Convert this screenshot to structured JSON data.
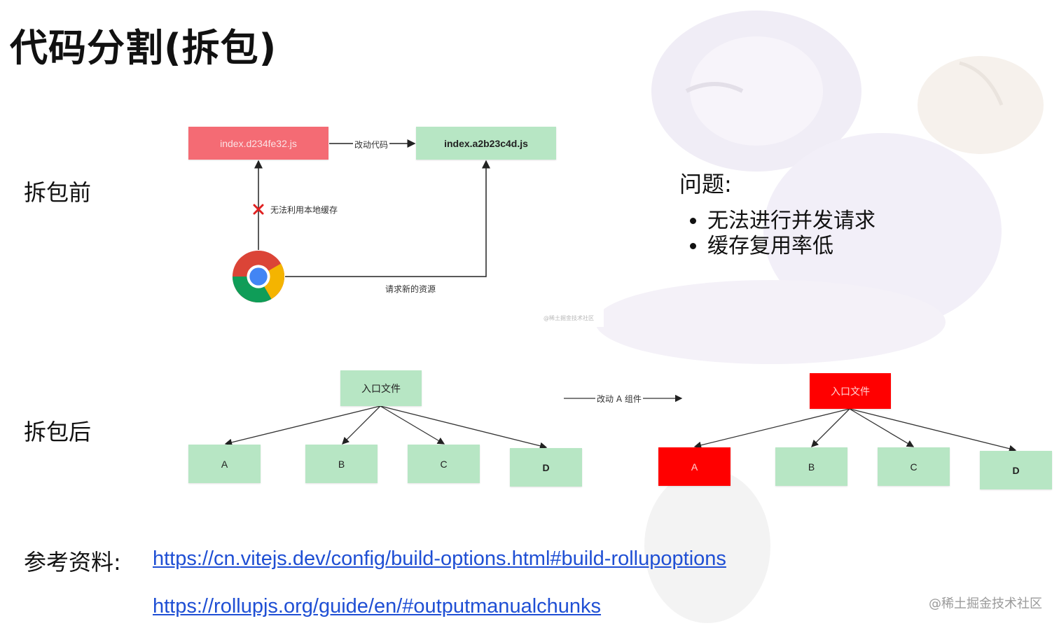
{
  "title": "代码分割(拆包)",
  "before": {
    "label": "拆包前",
    "old_file": "index.d234fe32.js",
    "new_file": "index.a2b23c4d.js",
    "edge_change": "改动代码",
    "edge_cache": "无法利用本地缓存",
    "edge_request": "请求新的资源",
    "panel_watermark": "@稀土掘金技术社区",
    "browser_icon": "chrome-icon",
    "cross_icon": "cross-icon"
  },
  "problems": {
    "heading": "问题:",
    "items": [
      "无法进行并发请求",
      "缓存复用率低"
    ]
  },
  "after": {
    "label": "拆包后",
    "entry_left": "入口文件",
    "entry_right": "入口文件",
    "edge_change": "改动 A 组件",
    "left_children": [
      "A",
      "B",
      "C",
      "D"
    ],
    "right_children": [
      "A",
      "B",
      "C",
      "D"
    ]
  },
  "references": {
    "label": "参考资料:",
    "links": [
      "https://cn.vitejs.dev/config/build-options.html#build-rollupoptions",
      "https://rollupjs.org/guide/en/#outputmanualchunks"
    ]
  },
  "watermark": "@稀土掘金技术社区",
  "colors": {
    "green_box": "#b7e6c4",
    "pink_box": "#f46b74",
    "red_box": "#ff0000",
    "link": "#1f4fd4"
  }
}
